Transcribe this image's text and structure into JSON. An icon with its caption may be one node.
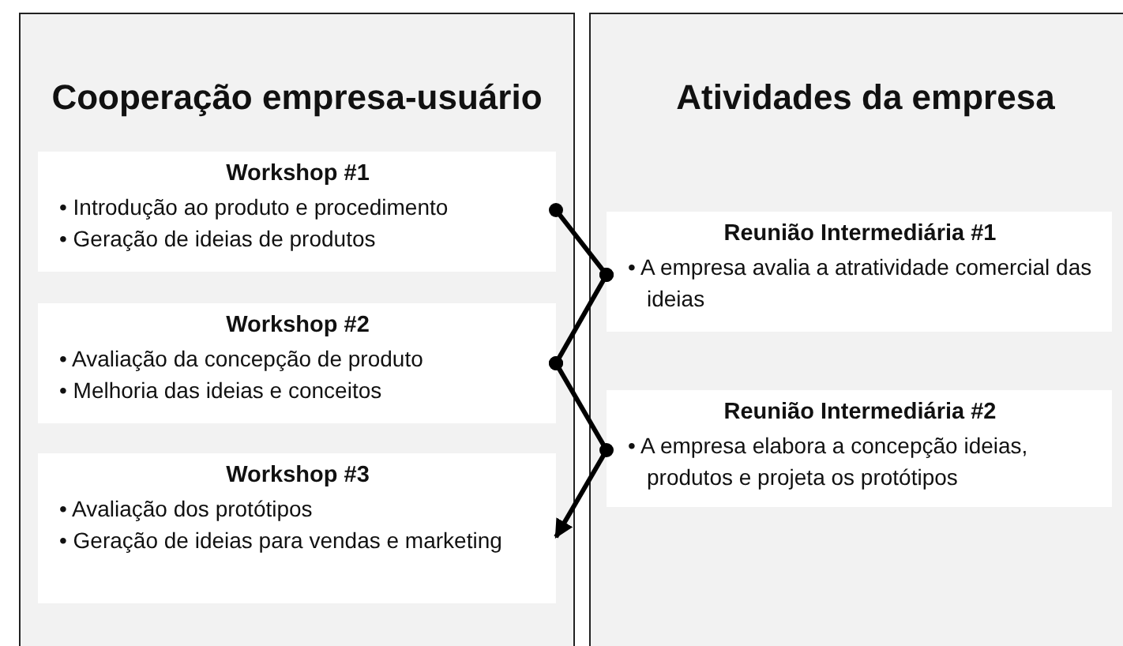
{
  "diagram": {
    "nodes": [
      {
        "text": [
          "Cooperação empresa-usuário"
        ]
      },
      {
        "text": [
          "Workshop #1",
          "• Introdução ao produto e procedimento",
          "• Geração de ideias de produtos"
        ],
        "in": 0
      },
      {
        "text": [
          "Workshop #2",
          "• Avaliação da concepção de produto",
          "• Melhoria das ideias e conceitos"
        ],
        "in": 0
      },
      {
        "text": [
          "Workshop #3",
          "• Avaliação dos protótipos",
          "• Geração de ideias para vendas e marketing"
        ],
        "in": 0
      },
      {
        "text": [
          "Atividades da empresa"
        ]
      },
      {
        "text": [
          "Reunião Intermediária #1",
          "• A empresa avalia a atratividade comercial das ideias"
        ],
        "in": 4
      },
      {
        "text": [
          "Reunião Intermediária #2",
          "• A empresa elabora a concepção ideias, produtos e projeta os protótipos"
        ],
        "in": 4
      }
    ],
    "edges": [
      {
        "from": 1,
        "to": 5,
        "arrow": "other"
      },
      {
        "from": 5,
        "to": 2,
        "arrow": "other"
      },
      {
        "from": 2,
        "to": 6,
        "arrow": "other"
      },
      {
        "from": 6,
        "to": 3,
        "arrow": "to"
      }
    ]
  }
}
